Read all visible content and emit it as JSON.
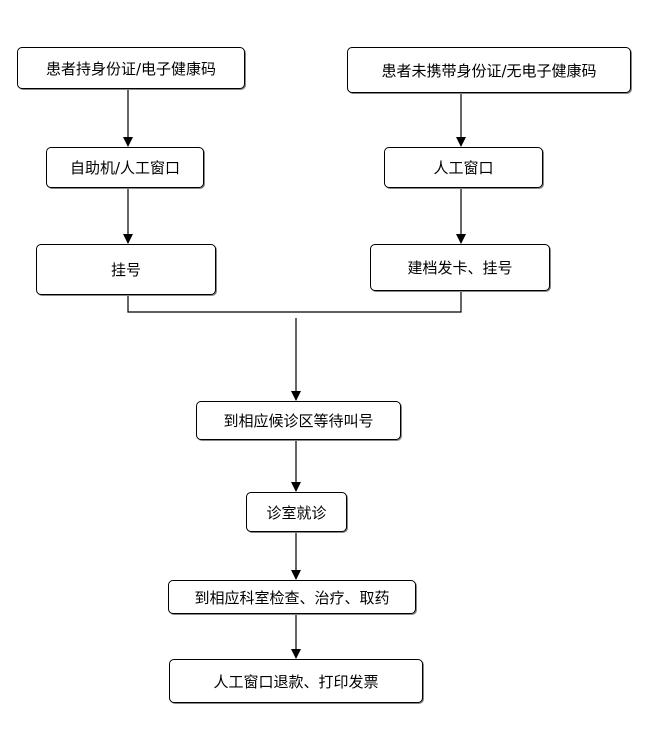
{
  "nodes": {
    "n1": "患者持身份证/电子健康码",
    "n2": "患者未携带身份证/无电子健康码",
    "n3": "自助机/人工窗口",
    "n4": "人工窗口",
    "n5": "挂号",
    "n6": "建档发卡、挂号",
    "n7": "到相应候诊区等待叫号",
    "n8": "诊室就诊",
    "n9": "到相应科室检查、治疗、取药",
    "n10": "人工窗口退款、打印发票"
  },
  "edges": [
    {
      "from": "n1",
      "to": "n3"
    },
    {
      "from": "n2",
      "to": "n4"
    },
    {
      "from": "n3",
      "to": "n5"
    },
    {
      "from": "n4",
      "to": "n6"
    },
    {
      "from": "n5",
      "to": "n7"
    },
    {
      "from": "n6",
      "to": "n7"
    },
    {
      "from": "n7",
      "to": "n8"
    },
    {
      "from": "n8",
      "to": "n9"
    },
    {
      "from": "n9",
      "to": "n10"
    }
  ],
  "colors": {
    "stroke": "#000000",
    "fill": "#ffffff",
    "shadow": "#888888"
  }
}
